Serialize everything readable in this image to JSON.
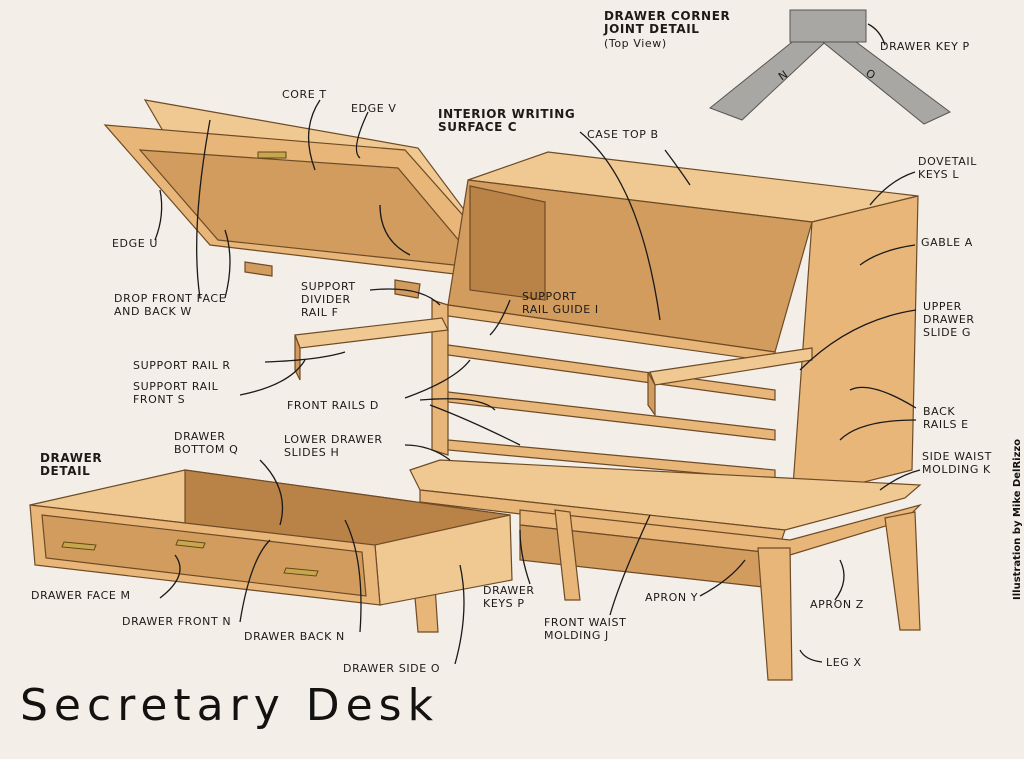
{
  "labels": {
    "drawer_corner": [
      "Drawer Corner",
      "Joint Detail"
    ],
    "top_view": "(Top View)",
    "drawer_key_p_top": "Drawer Key P",
    "n_mark": "N",
    "o_mark": "O",
    "core_t": "Core T",
    "edge_v": "Edge V",
    "interior_writing": [
      "Interior Writing",
      "Surface C"
    ],
    "case_top_b": "Case Top B",
    "dovetail_keys_l": [
      "Dovetail",
      "Keys L"
    ],
    "gable_a": "Gable A",
    "edge_u": "Edge U",
    "drop_front": [
      "Drop Front Face",
      "and Back W"
    ],
    "support_divider": [
      "Support",
      "Divider",
      "Rail F"
    ],
    "support_rail_guide": [
      "Support",
      "Rail Guide I"
    ],
    "upper_drawer_slide": [
      "Upper",
      "Drawer",
      "Slide G"
    ],
    "support_rail_r": "Support Rail R",
    "support_rail_front": [
      "Support Rail",
      "Front S"
    ],
    "front_rails_d": "Front Rails D",
    "back_rails_e": [
      "Back",
      "Rails E"
    ],
    "drawer_bottom_q": [
      "Drawer",
      "Bottom Q"
    ],
    "lower_drawer_slides": [
      "Lower Drawer",
      "Slides H"
    ],
    "drawer_detail": [
      "Drawer",
      "Detail"
    ],
    "side_waist": [
      "Side Waist",
      "Molding K"
    ],
    "drawer_face_m": "Drawer Face M",
    "drawer_front_n": "Drawer Front N",
    "drawer_back_n": "Drawer Back N",
    "drawer_keys_p": [
      "Drawer",
      "Keys P"
    ],
    "front_waist": [
      "Front Waist",
      "Molding J"
    ],
    "apron_y": "Apron Y",
    "apron_z": "Apron Z",
    "leg_x": "Leg X",
    "drawer_side_o": "Drawer Side O"
  },
  "title": "Secretary Desk",
  "credit": "Illustration by Mike DelRizzo",
  "colors": {
    "background": "#f3efe8",
    "wood": "#e8b679",
    "wood_dark": "#d19c5e",
    "ink": "#1d1a17"
  }
}
